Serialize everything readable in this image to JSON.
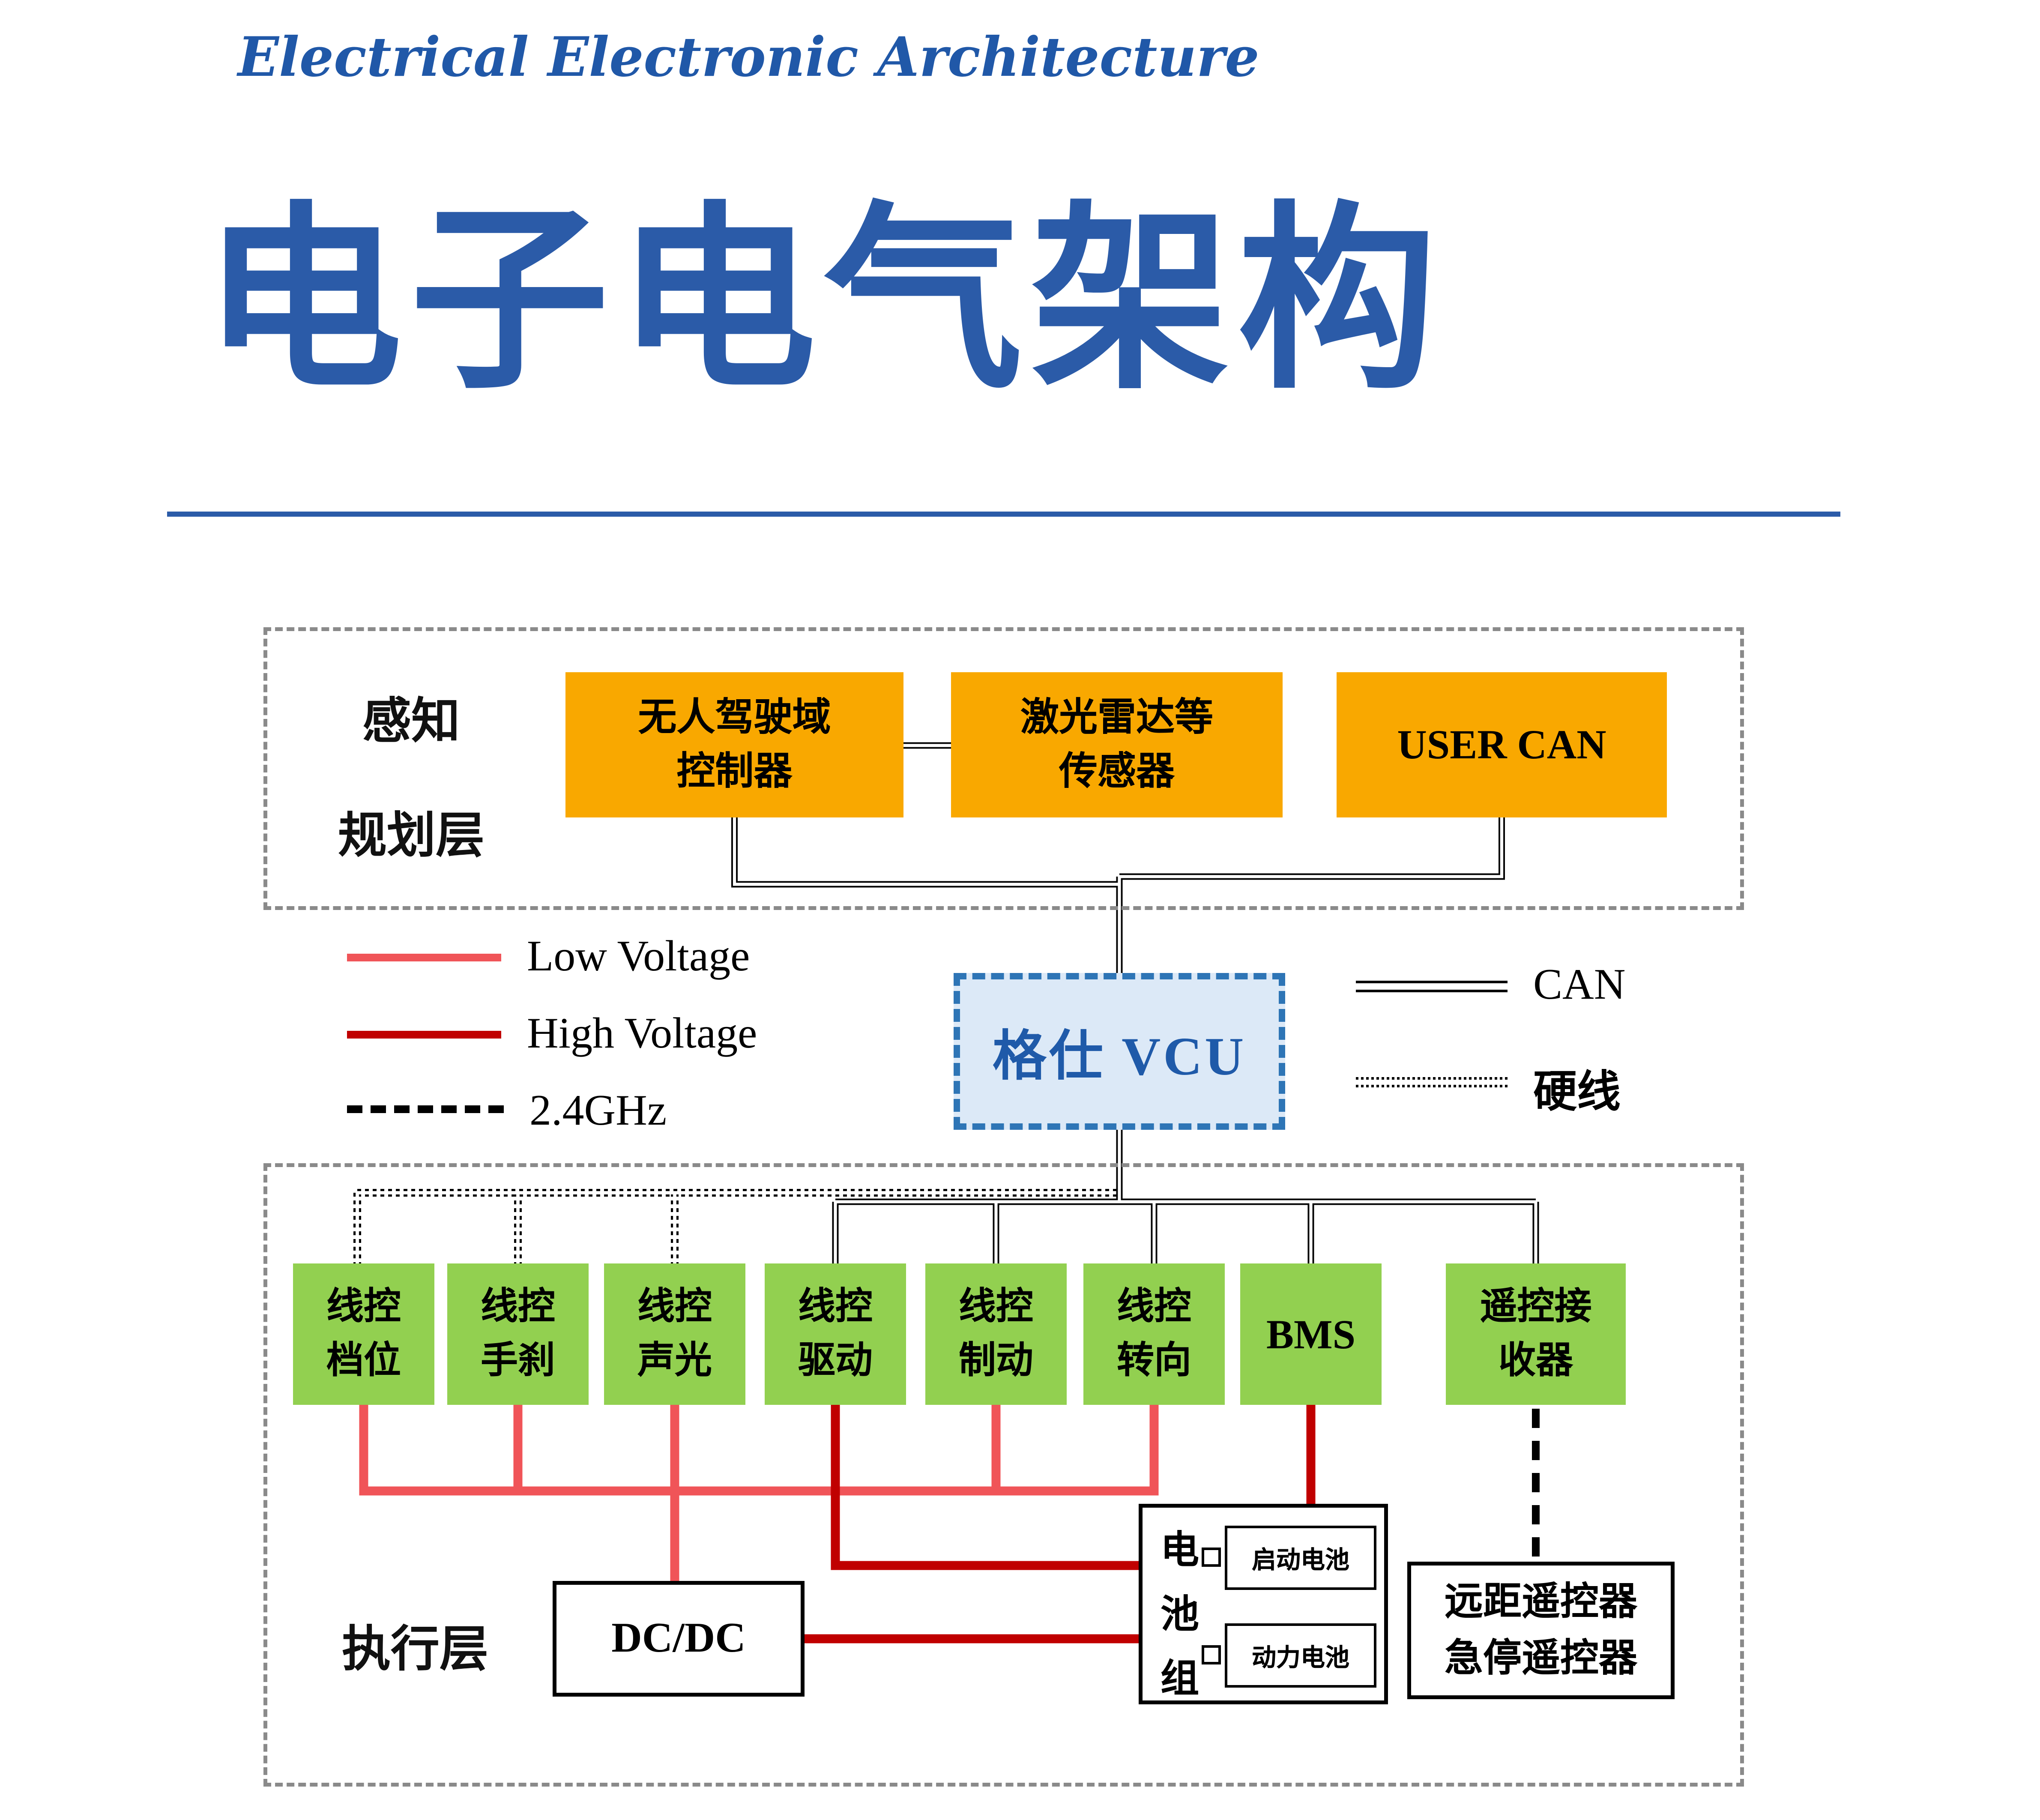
{
  "header": {
    "subtitle_script": "Electrical Electronic Architecture",
    "title": "电子电气架构"
  },
  "perception_layer": {
    "label_line1": "感知",
    "label_line2": "规划层",
    "boxes": [
      {
        "line1": "无人驾驶域",
        "line2": "控制器"
      },
      {
        "line1": "激光雷达等",
        "line2": "传感器"
      },
      {
        "line1": "USER CAN"
      }
    ]
  },
  "legend": {
    "low_voltage": "Low Voltage",
    "high_voltage": "High Voltage",
    "ghz24": "2.4GHz",
    "can": "CAN",
    "hardwire": "硬线"
  },
  "vcu": {
    "label": "格仕 VCU"
  },
  "execution_layer": {
    "label": "执行层",
    "nodes": [
      {
        "line1": "线控",
        "line2": "档位"
      },
      {
        "line1": "线控",
        "line2": "手刹"
      },
      {
        "line1": "线控",
        "line2": "声光"
      },
      {
        "line1": "线控",
        "line2": "驱动"
      },
      {
        "line1": "线控",
        "line2": "制动"
      },
      {
        "line1": "线控",
        "line2": "转向"
      },
      {
        "line1": "BMS"
      },
      {
        "line1": "遥控接",
        "line2": "收器"
      }
    ],
    "dcdc_label": "DC/DC",
    "battery": {
      "chars": [
        "电",
        "池",
        "组"
      ],
      "cells": [
        "启动电池",
        "动力电池"
      ]
    },
    "remote": {
      "line1": "远距遥控器",
      "line2": "急停遥控器"
    }
  },
  "colors": {
    "title_blue": "#2B5BA8",
    "orange_node": "#F9A800",
    "green_node": "#92D050",
    "low_voltage_line": "#F05458",
    "high_voltage_line": "#C00000",
    "vcu_fill": "#DCE9F7",
    "vcu_border": "#2E75B6"
  }
}
